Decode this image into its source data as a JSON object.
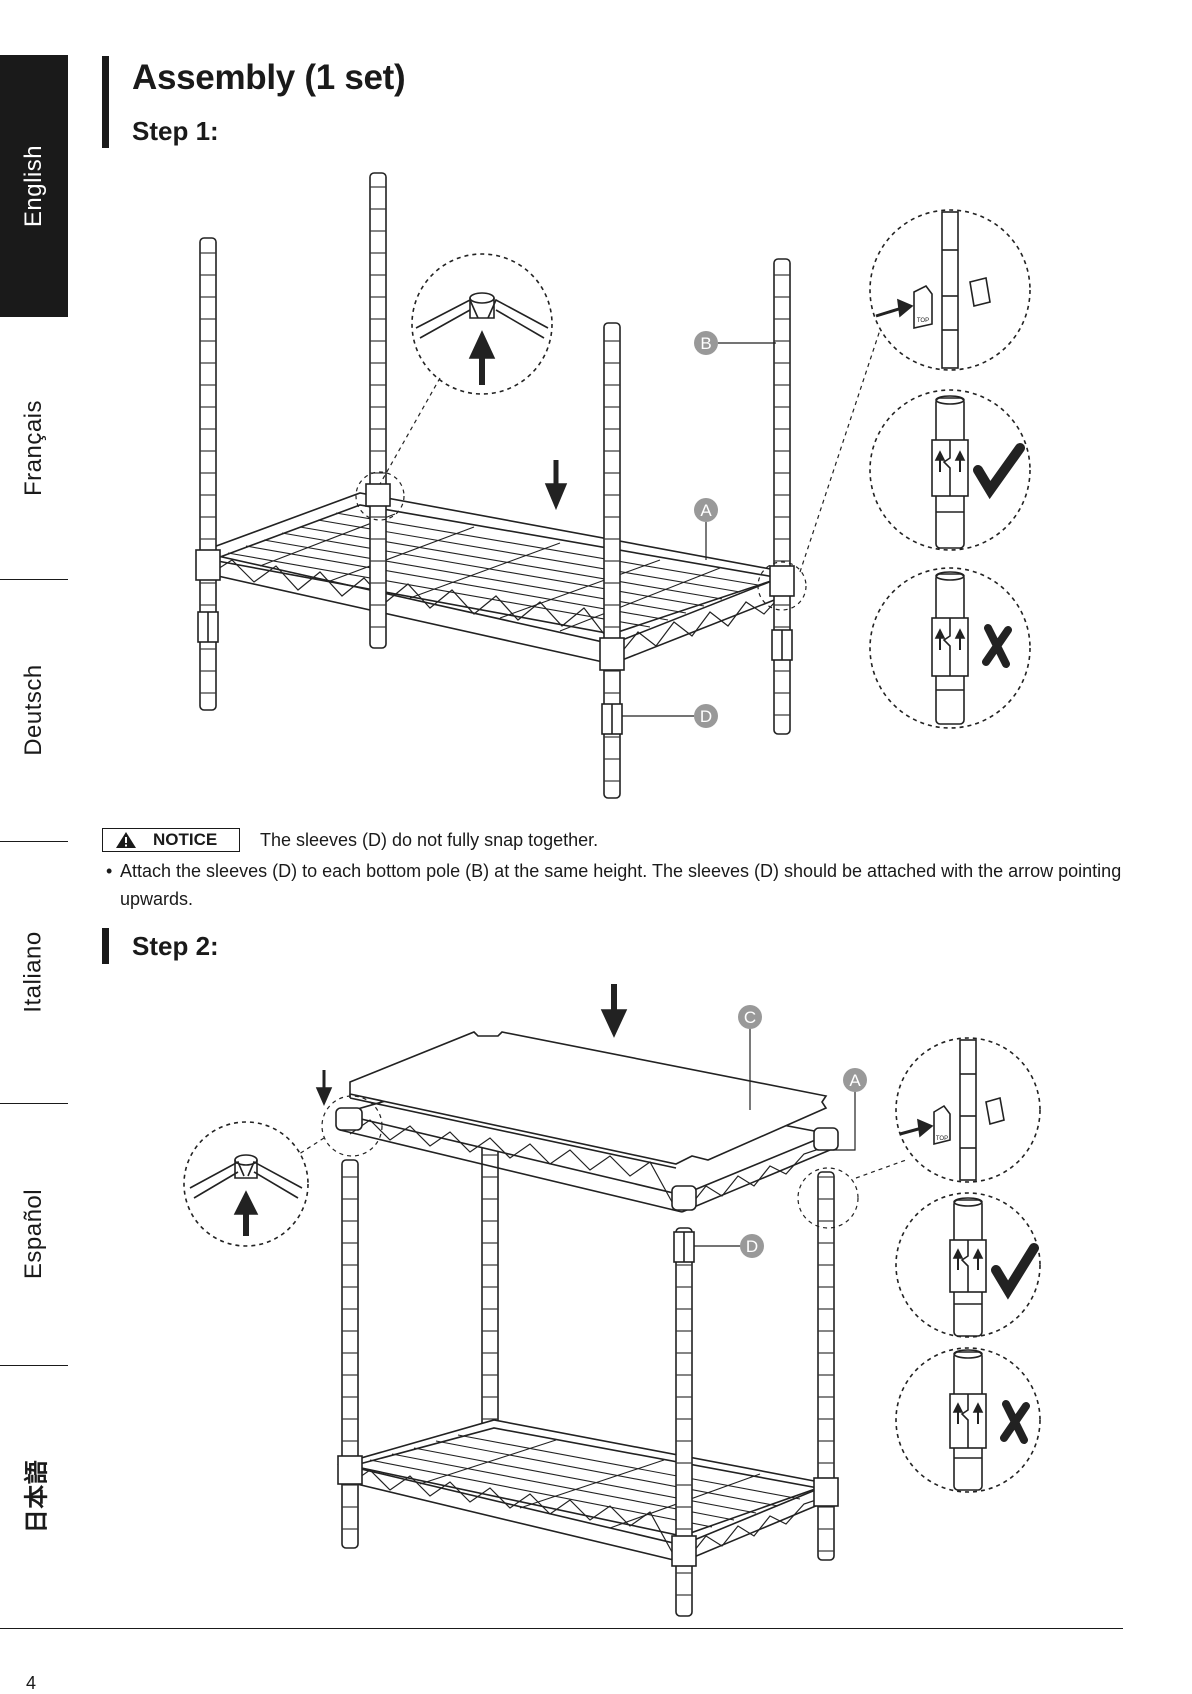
{
  "sidebar": {
    "languages": [
      "English",
      "Français",
      "Deutsch",
      "Italiano",
      "Español",
      "日本語"
    ],
    "active": "English"
  },
  "header": {
    "title": "Assembly (1 set)"
  },
  "step1": {
    "label": "Step 1:",
    "callouts": {
      "pole": "B",
      "shelf": "A",
      "sleeve": "D"
    },
    "tag_text": "TOP"
  },
  "notice": {
    "badge": "NOTICE",
    "text": "The sleeves (D) do not fully snap together.",
    "bullet": "Attach the sleeves (D) to each bottom pole (B) at the same height. The sleeves (D) should be attached with the arrow pointing upwards."
  },
  "step2": {
    "label": "Step 2:",
    "callouts": {
      "liner": "C",
      "shelf": "A",
      "sleeve": "D"
    },
    "tag_text": "TOP"
  },
  "footer": {
    "page_number": "4"
  }
}
